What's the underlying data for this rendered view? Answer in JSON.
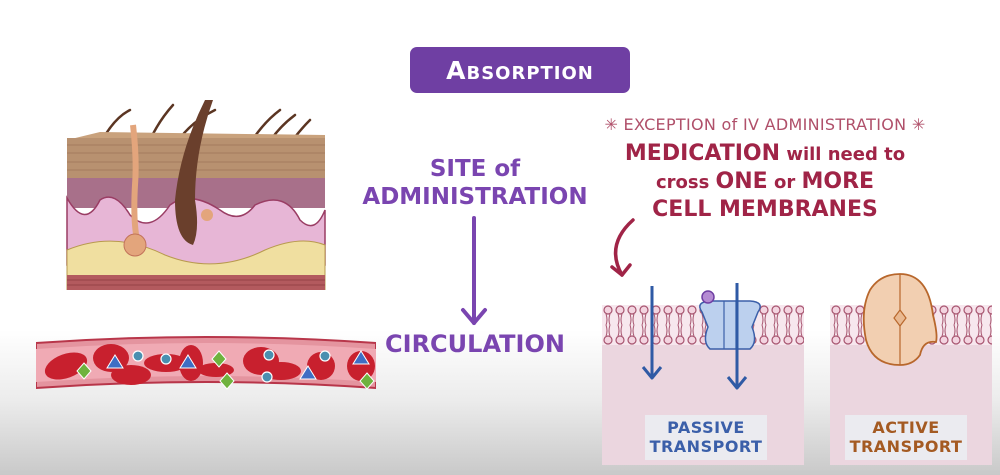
{
  "title": {
    "text": "Absorption"
  },
  "flow": {
    "site_line1": "SITE of",
    "site_line2": "ADMINISTRATION",
    "circulation": "CIRCULATION"
  },
  "note": {
    "exception": "✳ EXCEPTION of IV ADMINISTRATION ✳",
    "line1_bold": "MEDICATION",
    "line1_rest": " will need to",
    "line2_a": "cross ",
    "line2_b": "ONE",
    "line2_c": " or ",
    "line2_d": "MORE",
    "line3": "CELL MEMBRANES"
  },
  "transport": {
    "passive_line1": "PASSIVE",
    "passive_line2": "TRANSPORT",
    "active_line1": "ACTIVE",
    "active_line2": "TRANSPORT"
  },
  "colors": {
    "title_bg": "#6f3fa3",
    "flow_text": "#7a45b0",
    "note_text": "#a02447",
    "passive": "#3b5fa9",
    "active": "#a45a22"
  }
}
